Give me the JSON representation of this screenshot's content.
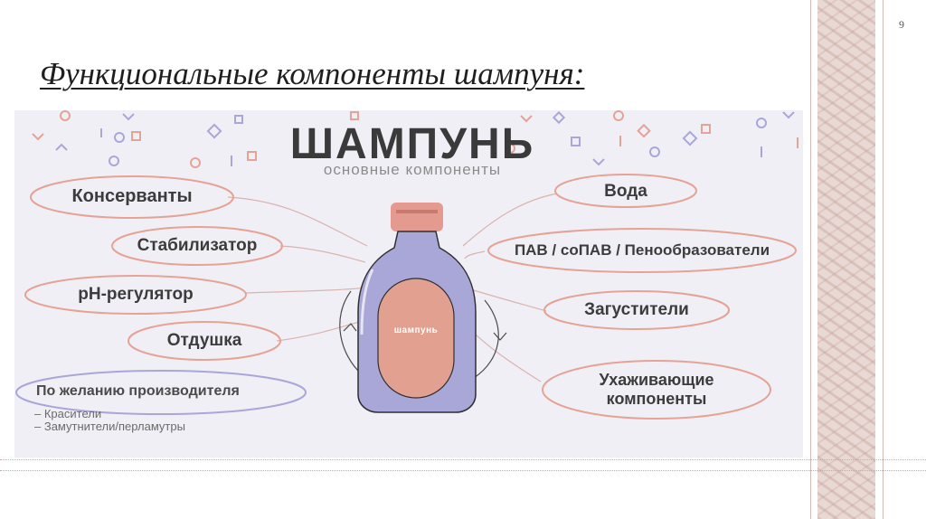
{
  "slide": {
    "page_number": "9",
    "title": "Функциональные компоненты шампуня:"
  },
  "infographic": {
    "title": "ШАМПУНЬ",
    "subtitle": "основные компоненты",
    "bottle_label": "шампунь",
    "left_components": [
      "Консерванты",
      "Стабилизатор",
      "pH-регулятор",
      "Отдушка"
    ],
    "right_components": [
      "Вода",
      "ПАВ / соПАВ / Пенообразователи",
      "Загустители",
      "Ухаживающие компоненты"
    ],
    "optional": {
      "title": "По желанию производителя",
      "items": [
        "– Красители",
        "– Замутнители/перламутры"
      ]
    },
    "colors": {
      "background": "#f1eff6",
      "bottle_body": "#a9a6d8",
      "bottle_label": "#e2a091",
      "bottle_cap": "#e59a8f",
      "oval_outline": "#e5a395",
      "optional_outline": "#a9a6d8",
      "text": "#3c3c3c"
    }
  }
}
